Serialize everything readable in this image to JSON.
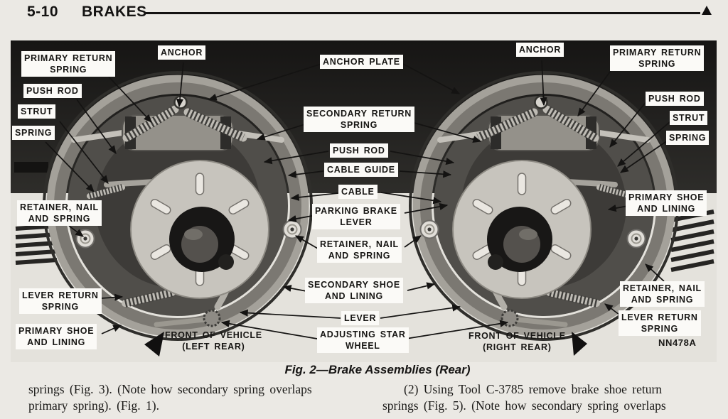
{
  "header": {
    "page_number": "5-10",
    "title": "BRAKES"
  },
  "figure": {
    "caption": "Fig. 2—Brake Assemblies (Rear)",
    "photo_code": "NN478A",
    "labels": {
      "anchor": "ANCHOR",
      "anchor_plate": "ANCHOR PLATE",
      "primary_return_spring": "PRIMARY RETURN\nSPRING",
      "secondary_return_spring": "SECONDARY RETURN\nSPRING",
      "push_rod": "PUSH ROD",
      "strut": "STRUT",
      "spring": "SPRING",
      "cable_guide": "CABLE GUIDE",
      "cable": "CABLE",
      "parking_brake_lever": "PARKING BRAKE\nLEVER",
      "retainer_nail_and_spring": "RETAINER, NAIL\nAND SPRING",
      "secondary_shoe_and_lining": "SECONDARY SHOE\nAND LINING",
      "primary_shoe_and_lining": "PRIMARY SHOE\nAND LINING",
      "lever_return_spring": "LEVER RETURN\nSPRING",
      "lever": "LEVER",
      "adjusting_star_wheel": "ADJUSTING STAR\nWHEEL",
      "front_of_vehicle_left": "FRONT OF VEHICLE\n(LEFT REAR)",
      "front_of_vehicle_right": "FRONT OF VEHICLE\n(RIGHT REAR)"
    }
  },
  "body_text": {
    "left_column": "springs (Fig. 3). (Note how secondary spring overlaps\nprimary spring). (Fig. 1).",
    "right_column": "(2) Using Tool C-3785 remove brake shoe return\nsprings (Fig. 5). (Note how secondary spring overlaps"
  },
  "colors": {
    "page_background": "#ebe9e4",
    "photo_dark": "#1b1a18",
    "ink": "#141312",
    "label_background": "#fbfaf7"
  }
}
